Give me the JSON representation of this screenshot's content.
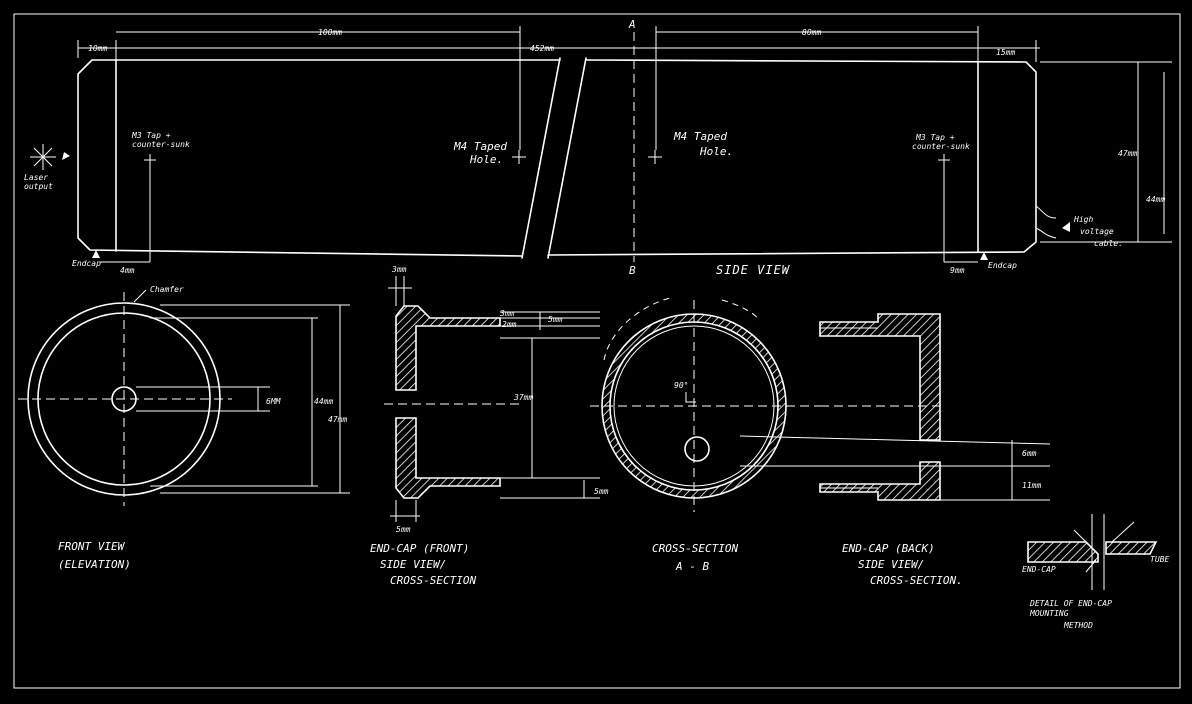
{
  "side_view": {
    "title": "SIDE VIEW",
    "dims": {
      "left_end": "10mm",
      "mid_left": "100mm",
      "total": "452mm",
      "mid_right": "80mm",
      "right_end": "15mm",
      "bottom_left": "4mm",
      "bottom_right": "9mm",
      "height_inner": "47mm",
      "height_outer": "44mm"
    },
    "section_a": "A",
    "section_b": "B",
    "notes": {
      "m3_left_1": "M3 Tap +",
      "m3_left_2": "counter-sunk",
      "m4_left_1": "M4 Taped",
      "m4_left_2": "Hole.",
      "m4_right_1": "M4 Taped",
      "m4_right_2": "Hole.",
      "m3_right_1": "M3 Tap +",
      "m3_right_2": "counter-sunk",
      "laser_1": "Laser",
      "laser_2": "output",
      "endcap_left": "Endcap",
      "endcap_right": "Endcap",
      "hv_1": "High",
      "hv_2": "voltage",
      "hv_3": "cable."
    }
  },
  "front_view": {
    "title_1": "FRONT VIEW",
    "title_2": "(ELEVATION)",
    "chamfer": "Chamfer",
    "dim_bore": "6MM",
    "dim_44": "44mm",
    "dim_47": "47mm"
  },
  "endcap_front": {
    "title_1": "END-CAP (FRONT)",
    "title_2": "SIDE VIEW/",
    "title_3": "CROSS-SECTION",
    "dim_top": "3mm",
    "dim_bottom": "5mm"
  },
  "cross_section": {
    "title_1": "CROSS-SECTION",
    "title_2": "A - B",
    "dim_3mm": "3mm",
    "dim_2mm": "2mm",
    "dim_5mm_top": "5mm",
    "dim_37mm": "37mm",
    "dim_5mm_bottom": "5mm",
    "angle": "90°"
  },
  "endcap_back": {
    "title_1": "END-CAP (BACK)",
    "title_2": "SIDE VIEW/",
    "title_3": "CROSS-SECTION.",
    "dim_6mm": "6mm",
    "dim_11mm": "11mm"
  },
  "detail": {
    "endcap": "END-CAP",
    "tube": "TUBE",
    "title_1": "DETAIL OF END-CAP",
    "title_2": "MOUNTING",
    "title_3": "METHOD"
  }
}
